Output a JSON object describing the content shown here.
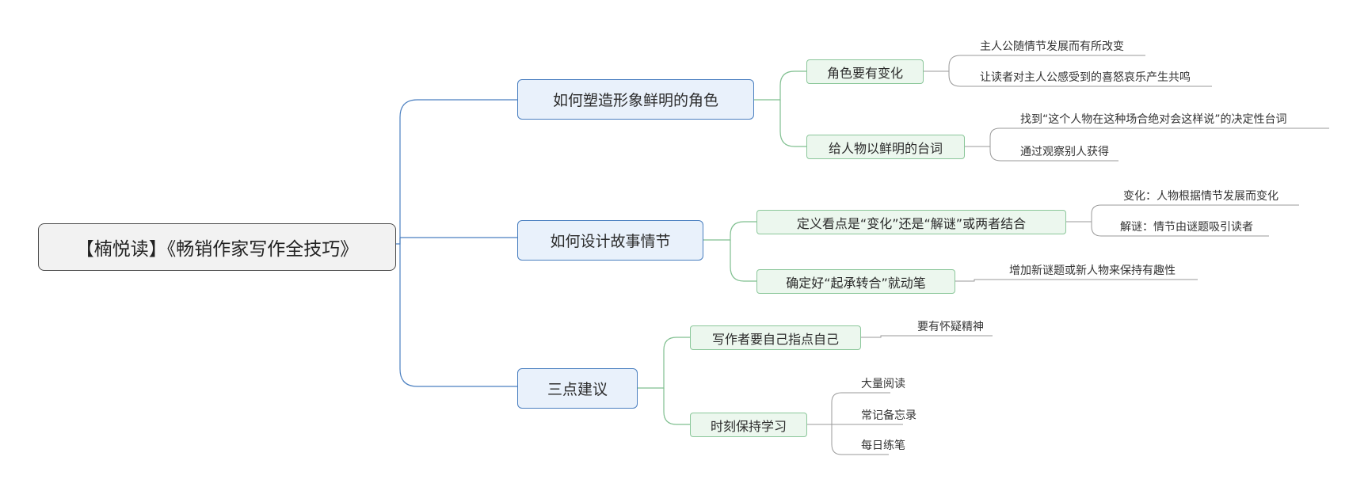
{
  "root": {
    "label": "【楠悦读】《畅销作家写作全技巧》"
  },
  "branches": [
    {
      "label": "如何塑造形象鲜明的角色",
      "children": [
        {
          "label": "角色要有变化",
          "leaves": [
            "主人公随情节发展而有所改变",
            "让读者对主人公感受到的喜怒哀乐产生共鸣"
          ]
        },
        {
          "label": "给人物以鲜明的台词",
          "leaves": [
            "找到“这个人物在这种场合绝对会这样说”的决定性台词",
            "通过观察别人获得"
          ]
        }
      ]
    },
    {
      "label": "如何设计故事情节",
      "children": [
        {
          "label": "定义看点是“变化”还是“解谜”或两者结合",
          "leaves": [
            "变化：人物根据情节发展而变化",
            "解谜：情节由谜题吸引读者"
          ]
        },
        {
          "label": "确定好“起承转合”就动笔",
          "leaves": [
            "增加新谜题或新人物来保持有趣性"
          ]
        }
      ]
    },
    {
      "label": "三点建议",
      "children": [
        {
          "label": "写作者要自己指点自己",
          "leaves": [
            "要有怀疑精神"
          ]
        },
        {
          "label": "时刻保持学习",
          "leaves": [
            "大量阅读",
            "常记备忘录",
            "每日练笔"
          ]
        }
      ]
    }
  ],
  "colors": {
    "main_line": "#4a7fc0",
    "sub_line": "#7fbf8f",
    "leaf_line": "#9a9a9a"
  }
}
